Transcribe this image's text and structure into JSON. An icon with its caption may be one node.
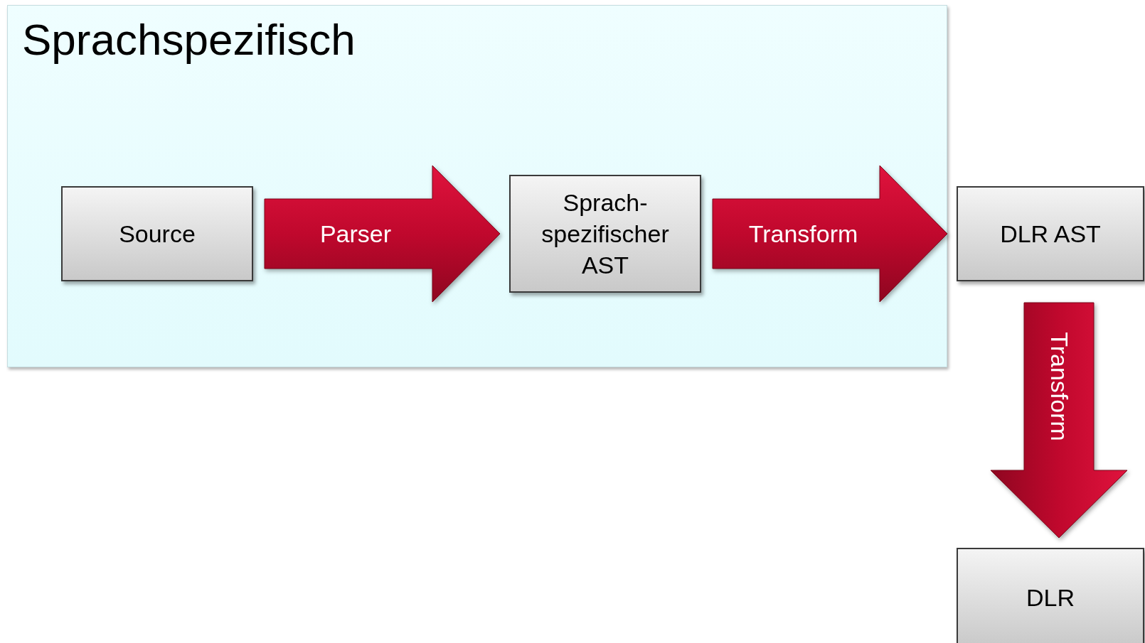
{
  "diagram": {
    "nodes": [
      {
        "text": [
          "Sprachspezifisch"
        ]
      },
      {
        "text": [
          "Source"
        ],
        "in": 0
      },
      {
        "text": [
          "Sprach- spezifischer AST"
        ],
        "in": 0
      },
      {
        "text": [
          "DLR AST"
        ]
      },
      {
        "text": [
          "DLR"
        ]
      }
    ],
    "edges": [
      {
        "from": 1,
        "to": 2,
        "arrow": "to",
        "label": "Parser"
      },
      {
        "from": 2,
        "to": 3,
        "arrow": "to",
        "label": "Transform"
      },
      {
        "from": 3,
        "to": 4,
        "arrow": "to",
        "label": "Transform"
      }
    ]
  }
}
